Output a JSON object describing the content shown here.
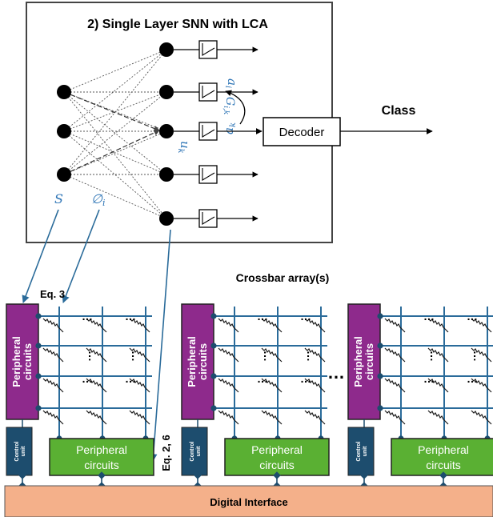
{
  "snn_panel": {
    "title": "2) Single Layer SNN with LCA",
    "decoder_label": "Decoder",
    "class_label": "Class",
    "symbols": {
      "s": "S",
      "phi_i": "∅i",
      "a_i": "ai",
      "a_k": "ak",
      "u_k": "uk",
      "g_ik": "Gi,k"
    }
  },
  "crossbar": {
    "title": "Crossbar array(s)",
    "peripheral_vertical_label": "Peripheral circuits",
    "peripheral_horizontal_label_line1": "Peripheral",
    "peripheral_horizontal_label_line2": "circuits",
    "control_unit_line1": "Control",
    "control_unit_line2": "unit",
    "eq3_label": "Eq. 3",
    "eq26_label": "Eq. 2, 6",
    "dots": "…",
    "array_count": 3
  },
  "digital_interface_label": "Digital Interface",
  "colors": {
    "purple": "#8e2a8c",
    "green": "#5ab033",
    "navy": "#1d4d6e",
    "wire": "#2a6b9a",
    "orange": "#f4b08a",
    "symbol_blue": "#2e75b6"
  }
}
